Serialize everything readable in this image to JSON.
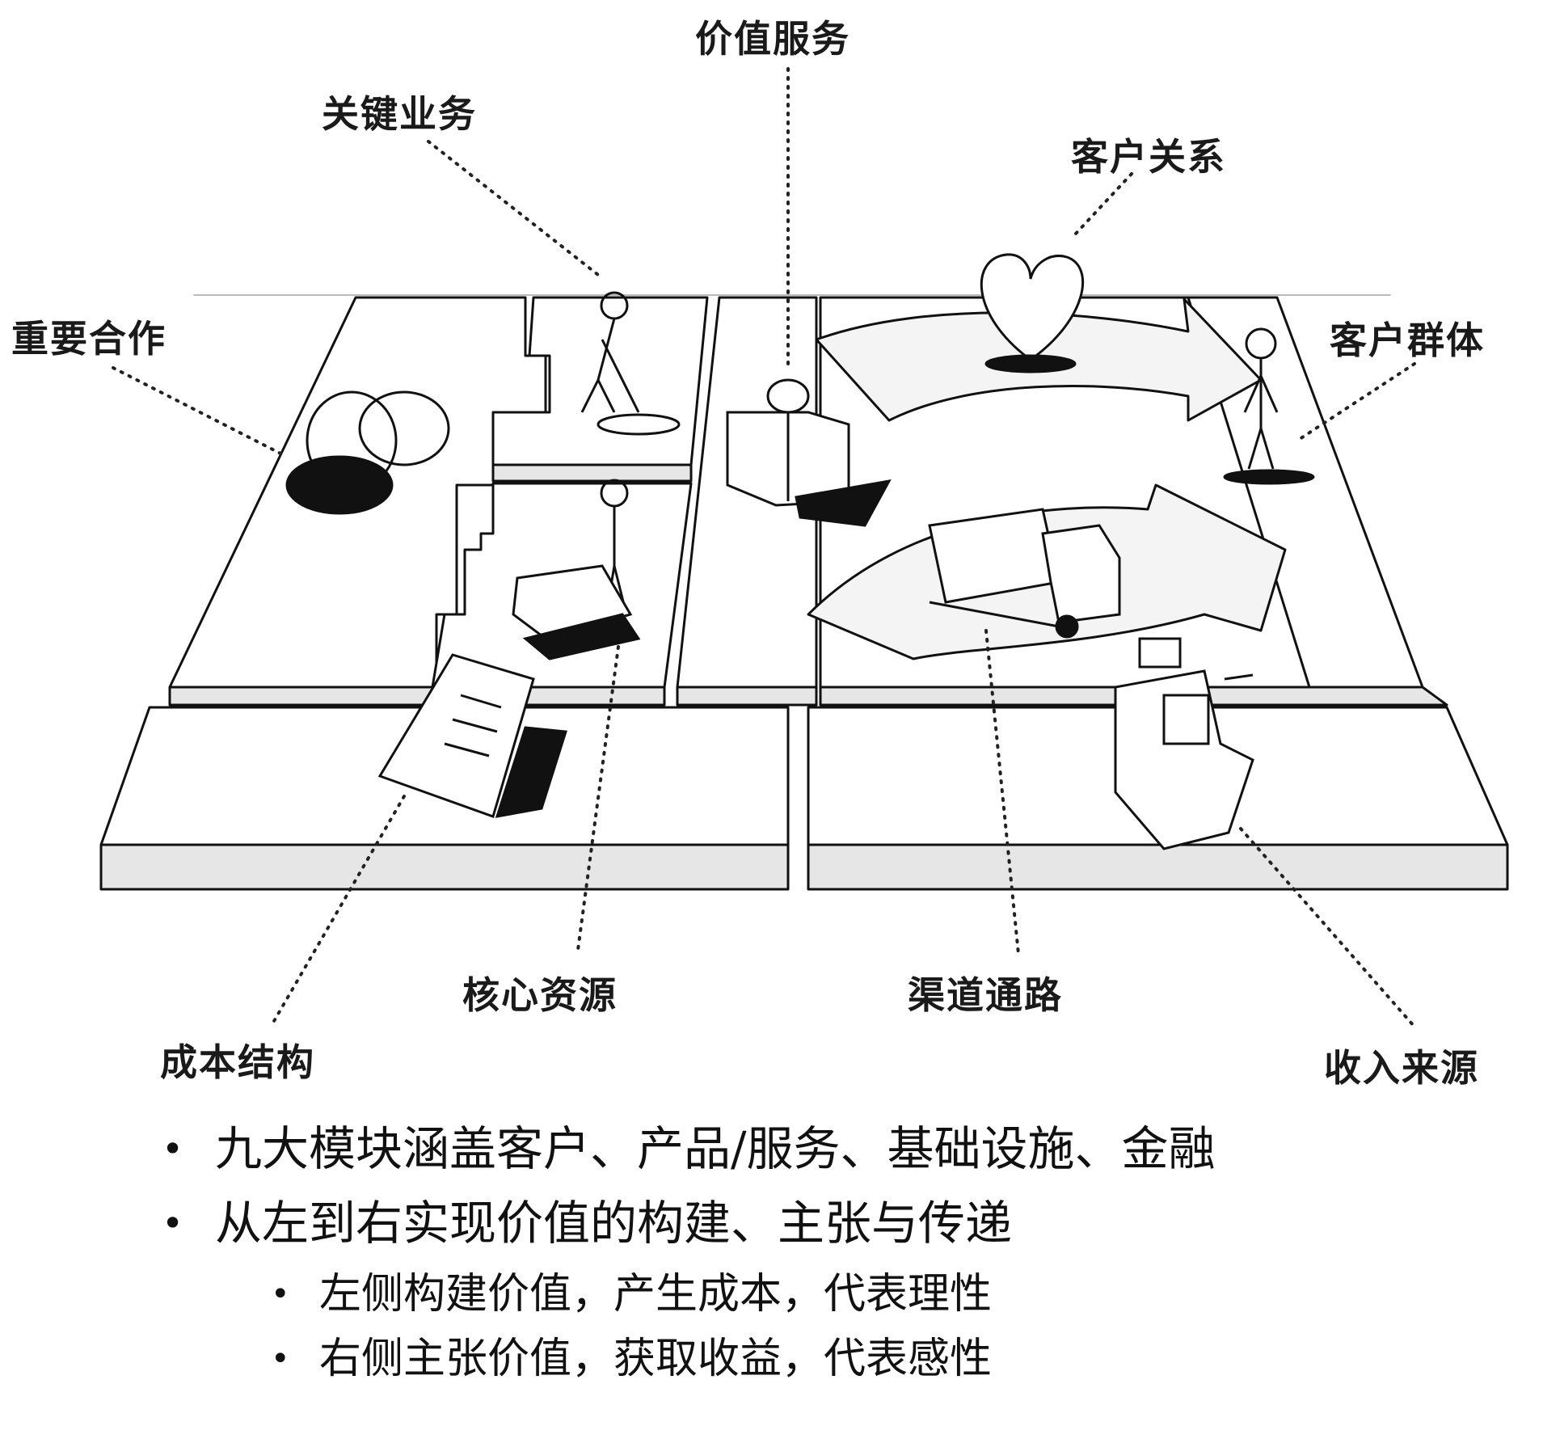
{
  "diagram": {
    "labels": {
      "value_propositions": "价值服务",
      "key_activities": "关键业务",
      "customer_relationships": "客户关系",
      "key_partners": "重要合作",
      "customer_segments": "客户群体",
      "key_resources": "核心资源",
      "channels": "渠道通路",
      "cost_structure": "成本结构",
      "revenue_streams": "收入来源"
    },
    "icons": [
      "rings-icon",
      "digging-person-icon",
      "gift-box-icon",
      "heart-icon",
      "person-icon",
      "worker-with-box-icon",
      "truck-icon",
      "invoice-icon",
      "cash-register-icon"
    ]
  },
  "bullets": [
    {
      "text": "九大模块涵盖客户、产品/服务、基础设施、金融",
      "children": []
    },
    {
      "text": "从左到右实现价值的构建、主张与传递",
      "children": [
        "左侧构建价值，产生成本，代表理性",
        "右侧主张价值，获取收益，代表感性"
      ]
    }
  ],
  "bullet_symbol": "•"
}
